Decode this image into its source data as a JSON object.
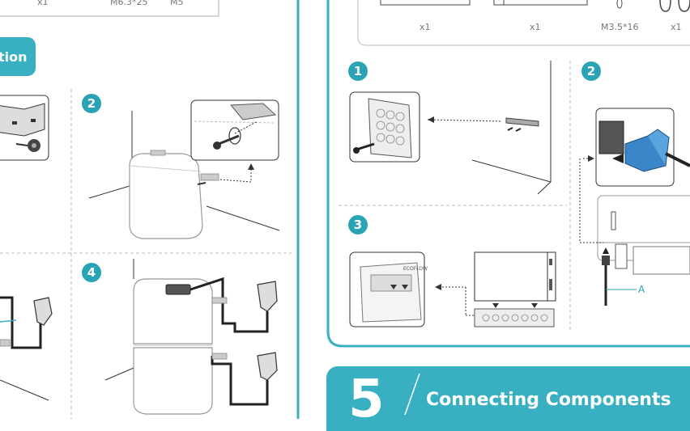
{
  "left_panel": {
    "parts_row": {
      "qty": "x1",
      "screw_size": "M6.3*25",
      "bolt_size": "M5"
    },
    "section_label": "tion",
    "steps": [
      "2",
      "4"
    ]
  },
  "right_panel": {
    "parts_row": {
      "qty1": "x1",
      "qty2": "x1",
      "screw_size": "M3.5*16",
      "qty3": "x1"
    },
    "steps": [
      "1",
      "2",
      "3"
    ],
    "connector_label": "A",
    "brand_label": "ECOFLOW"
  },
  "next_section": {
    "number": "5",
    "title": "Connecting Components"
  },
  "colors": {
    "accent": "#39b0c1",
    "accent_dark": "#2aa3b5",
    "line": "#333333"
  }
}
